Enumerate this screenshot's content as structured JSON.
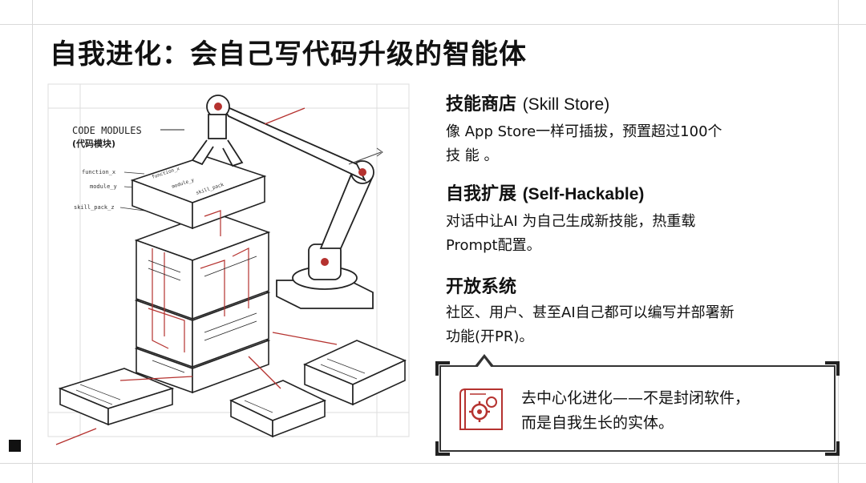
{
  "title": "自我进化：会自己写代码升级的智能体",
  "illustration": {
    "label_main": "CODE MODULES",
    "label_sub": "(代码模块)",
    "labels": [
      "function_x",
      "module_y",
      "skill_pack_z"
    ],
    "box_labels": [
      "function_x",
      "module_y",
      "skill_pack"
    ]
  },
  "sections": [
    {
      "heading_cn": "技能商店",
      "heading_en": "(Skill Store)",
      "body_line1": "像 App   Store一样可插拔，预置超过100个",
      "body_line2": "技 能 。"
    },
    {
      "heading_cn": "自我扩展",
      "heading_en": "(Self-Hackable)",
      "body_line1": "对话中让AI 为自己生成新技能，热重载",
      "body_line2": "Prompt配置。"
    },
    {
      "heading_cn": "开放系统",
      "body_line1": "社区、用户、甚至AI自己都可以编写并部署新",
      "body_line2": "功能(开PR)。"
    }
  ],
  "callout": {
    "line1": "去中心化进化——不是封闭软件，",
    "line2": "而是自我生长的实体。",
    "icon": "gear-blueprint-icon"
  },
  "colors": {
    "accent_red": "#b5322f",
    "ink": "#111111"
  }
}
